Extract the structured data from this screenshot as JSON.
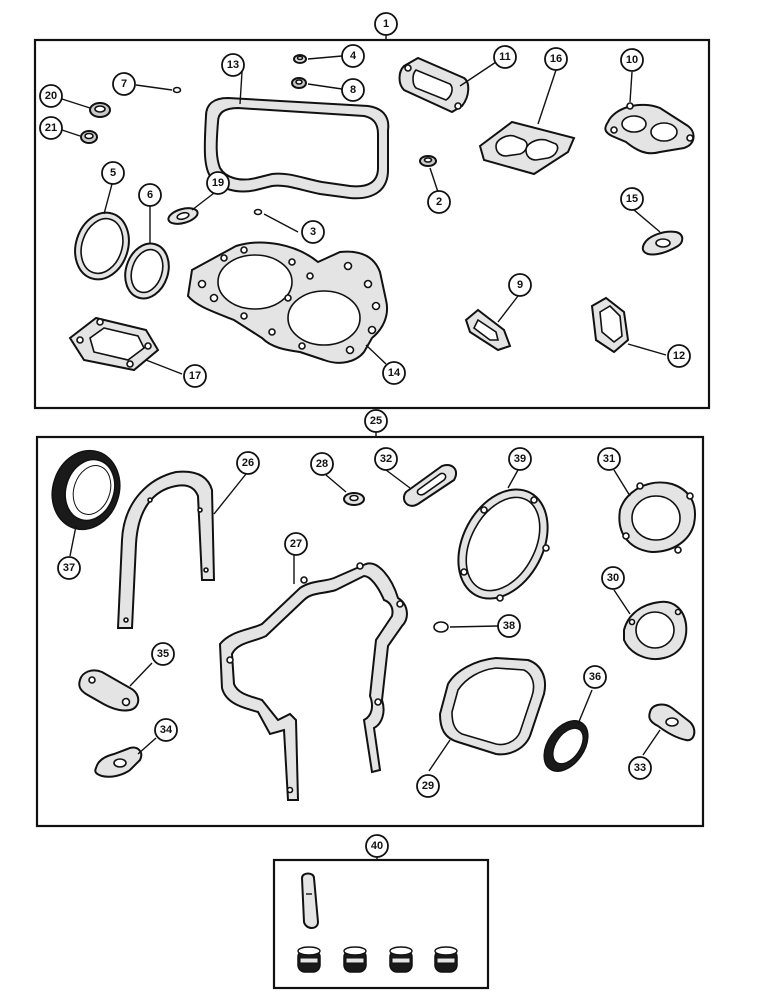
{
  "callouts": {
    "c1": "1",
    "c2": "2",
    "c3": "3",
    "c4": "4",
    "c5": "5",
    "c6": "6",
    "c7": "7",
    "c8": "8",
    "c9": "9",
    "c10": "10",
    "c11": "11",
    "c12": "12",
    "c13": "13",
    "c14": "14",
    "c15": "15",
    "c16": "16",
    "c17": "17",
    "c19": "19",
    "c20": "20",
    "c21": "21",
    "c25": "25",
    "c26": "26",
    "c27": "27",
    "c28": "28",
    "c29": "29",
    "c30": "30",
    "c31": "31",
    "c32": "32",
    "c33": "33",
    "c34": "34",
    "c35": "35",
    "c36": "36",
    "c37": "37",
    "c38": "38",
    "c39": "39",
    "c40": "40"
  },
  "colors": {
    "line": "#111111",
    "gasket_fill": "#e4e4e4",
    "seal_black": "#1a1a1a",
    "background": "#ffffff"
  }
}
